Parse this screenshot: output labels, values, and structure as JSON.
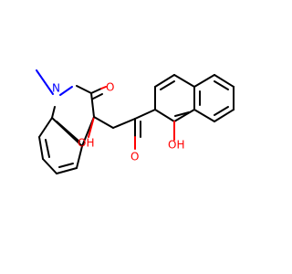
{
  "atom_labels": {
    "oxo_lactam": "O",
    "oxo_ketone": "O",
    "nitrogen": "N",
    "hydroxy_indoline": "OH",
    "hydroxy_naphthol": "OH"
  },
  "colors": {
    "bond": "#000000",
    "oxygen": "#ff0000",
    "nitrogen": "#0000ff",
    "background": "#ffffff"
  }
}
